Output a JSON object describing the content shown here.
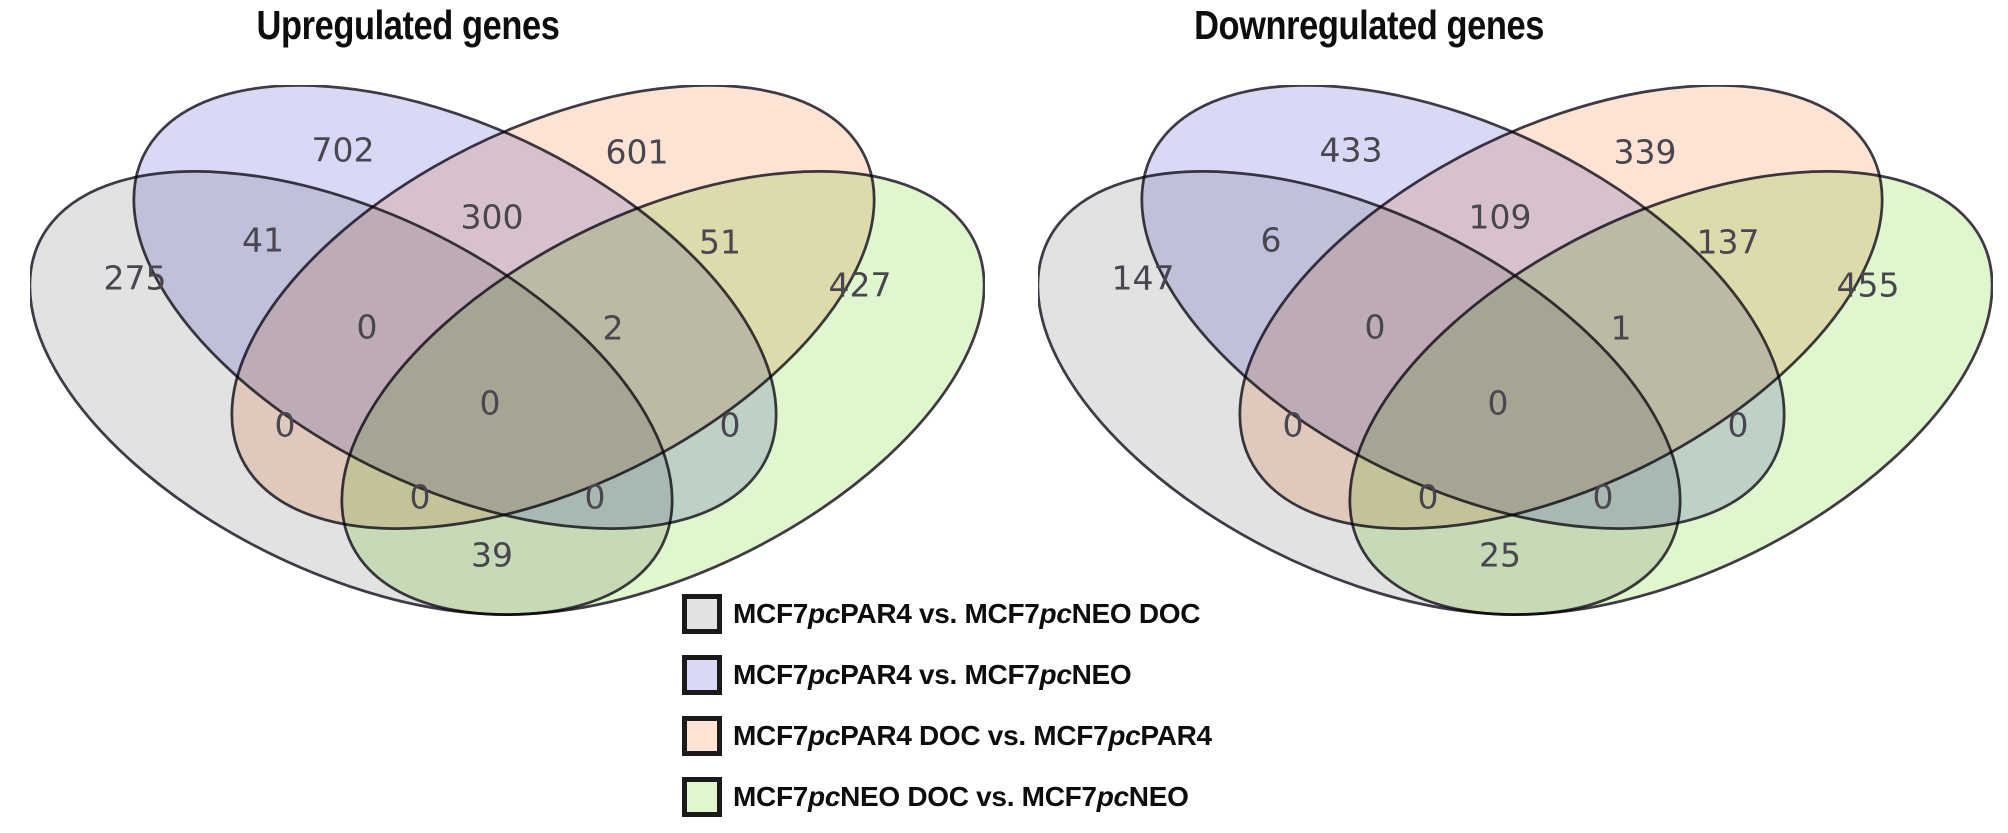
{
  "diagrams": {
    "left": {
      "title": "Upregulated genes",
      "counts": {
        "only_a": "275",
        "only_b": "702",
        "only_c": "601",
        "only_d": "427",
        "ab": "41",
        "bc": "300",
        "cd": "51",
        "ac": "0",
        "bd": "0",
        "ad": "39",
        "abc": "0",
        "bcd": "2",
        "acd": "0",
        "abd": "0",
        "abcd": "0"
      }
    },
    "right": {
      "title": "Downregulated genes",
      "counts": {
        "only_a": "147",
        "only_b": "433",
        "only_c": "339",
        "only_d": "455",
        "ab": "6",
        "bc": "109",
        "cd": "137",
        "ac": "0",
        "bd": "0",
        "ad": "25",
        "abc": "0",
        "bcd": "1",
        "acd": "0",
        "abd": "0",
        "abcd": "0"
      }
    }
  },
  "sets": {
    "a": {
      "name": "MCF7pcPAR4 vs. MCF7pcNEO DOC",
      "color": "#e2e2e2"
    },
    "b": {
      "name": "MCF7pcPAR4 vs. MCF7pcNEO",
      "color": "#d9d9f6"
    },
    "c": {
      "name": "MCF7pcPAR4 DOC vs. MCF7pcPAR4",
      "color": "#fce3d4"
    },
    "d": {
      "name": "MCF7pcNEO DOC vs. MCF7pcNEO",
      "color": "#e0f6cf"
    }
  },
  "legend": {
    "items": [
      {
        "parts": [
          "MCF7",
          "pc",
          "PAR4 vs. MCF7",
          "pc",
          "NEO DOC"
        ]
      },
      {
        "parts": [
          "MCF7",
          "pc",
          "PAR4 vs. MCF7",
          "pc",
          "NEO"
        ]
      },
      {
        "parts": [
          "MCF7",
          "pc",
          "PAR4 DOC vs. MCF7",
          "pc",
          "PAR4"
        ]
      },
      {
        "parts": [
          "MCF7",
          "pc",
          "NEO DOC vs. MCF7",
          "pc",
          "NEO"
        ]
      }
    ]
  },
  "colors": {
    "outline": "#3f3a45",
    "count_text": "#4a4650",
    "title_text": "#0d0d0d",
    "legend_border": "#1a1a1a",
    "background": "#ffffff"
  }
}
